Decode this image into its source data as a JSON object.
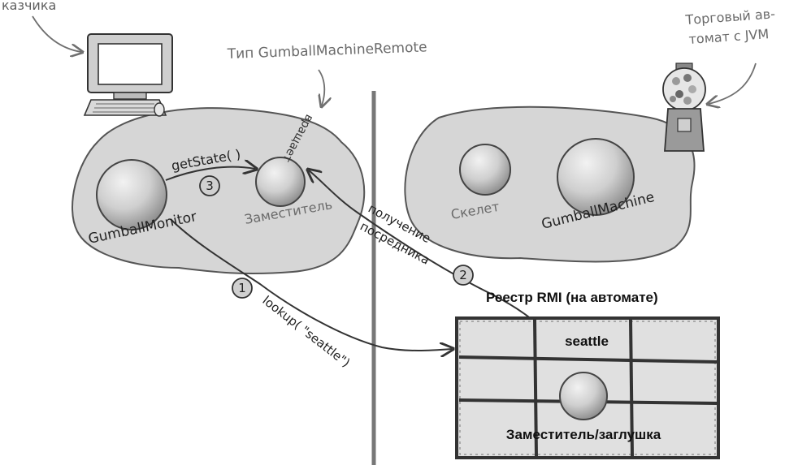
{
  "annotations": {
    "client_top": "казчика",
    "proxy_type": "Тип GumballMachineRemote",
    "jvm_line1": "Торговый ав-",
    "jvm_line2": "томат с JVM"
  },
  "client": {
    "monitor_label": "GumballMonitor",
    "proxy_label": "Заместитель",
    "proxy_tail": "вращает",
    "call_label": "getState( )",
    "call_step": "3"
  },
  "server": {
    "skeleton_label": "Скелет",
    "machine_label": "GumballMachine"
  },
  "lookup": {
    "step": "1",
    "label": "lookup( \"seattle\")"
  },
  "fetch": {
    "step": "2",
    "line1": "получение",
    "line2": "посредника"
  },
  "registry": {
    "title": "Реестр RMI (на автомате)",
    "entry": "seattle",
    "stub_label": "Заместитель/заглушка"
  }
}
